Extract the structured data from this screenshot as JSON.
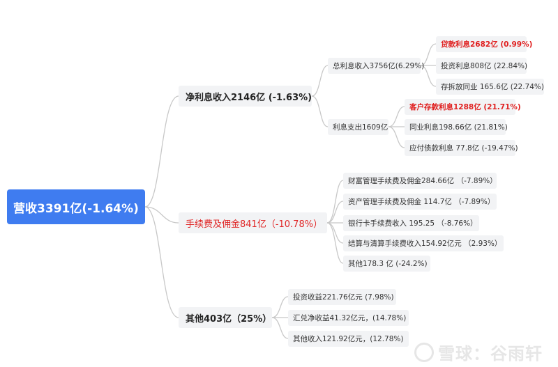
{
  "root": {
    "label": "营收3391亿(-1.64%)"
  },
  "branches": {
    "net_interest": {
      "label": "净利息收入2146亿 (-1.63%)",
      "total_interest_income": {
        "label": "总利息收入3756亿(6.29%)",
        "items": [
          "贷款利息2682亿 (0.99%)",
          "投资利息808亿 (22.84%)",
          "存拆放同业 165.6亿 (22.74%)"
        ]
      },
      "interest_expense": {
        "label": "利息支出1609亿",
        "items": [
          "客户存款利息1288亿 (21.71%)",
          "同业利息198.66亿 (21.81%)",
          "应付债款利息 77.8亿 (-19.47%)"
        ]
      }
    },
    "fees": {
      "label": "手续费及佣金841亿（-10.78%）",
      "items": [
        "财富管理手续费及佣金284.66亿 （-7.89%）",
        "资产管理手续费及佣金 114.7亿 （-7.89%）",
        "银行卡手续费收入 195.25 （-8.76%）",
        "结算与清算手续费收入154.92亿元 （2.93%）",
        "其他178.3 亿 (-24.2%)"
      ]
    },
    "other": {
      "label": "其他403亿（25%）",
      "items": [
        "投资收益221.76亿元 (7.98%)",
        "汇兑净收益41.32亿元，(14.78%)",
        "其他收入121.92亿元，(12.78%)"
      ]
    }
  },
  "watermark": {
    "text": "雪球：谷雨轩",
    "icon": "snowball-logo-icon"
  },
  "colors": {
    "root_bg": "#3f7cf0",
    "highlight": "#e02020",
    "node_bg": "#f2f3f5",
    "line": "#c8c8c8"
  }
}
